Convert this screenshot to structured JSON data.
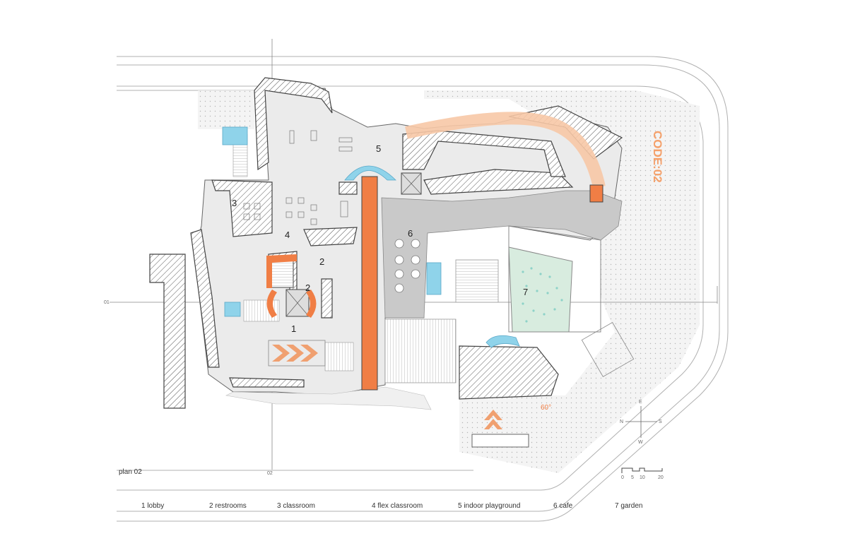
{
  "caption": "plan 02",
  "brand_text": "CODE:02",
  "angle_label": "60°",
  "grid_labels": {
    "row": "01",
    "col": "02"
  },
  "rooms": [
    {
      "number": "1",
      "name": "lobby"
    },
    {
      "number": "2",
      "name": "restrooms"
    },
    {
      "number": "2",
      "name": "restrooms"
    },
    {
      "number": "3",
      "name": "classroom"
    },
    {
      "number": "4",
      "name": "flex classroom"
    },
    {
      "number": "5",
      "name": "indoor playground"
    },
    {
      "number": "6",
      "name": "cafe"
    },
    {
      "number": "7",
      "name": "garden"
    }
  ],
  "legend": [
    "1 lobby",
    "2 restrooms",
    "3 classroom",
    "4 flex classroom",
    "5 indoor playground",
    "6 cafe",
    "7 garden"
  ],
  "compass": {
    "n": "N",
    "s": "S",
    "e": "E",
    "w": "W"
  },
  "scale": {
    "ticks": [
      "0",
      "5",
      "10",
      "20"
    ]
  },
  "colors": {
    "accent_orange": "#f07e45",
    "light_orange": "#f7c8a6",
    "blue": "#8fd3ea",
    "floor": "#ebebeb",
    "floor_dark": "#c9c9c9",
    "garden": "#d8ecdf",
    "wall": "#4a4a4a"
  }
}
